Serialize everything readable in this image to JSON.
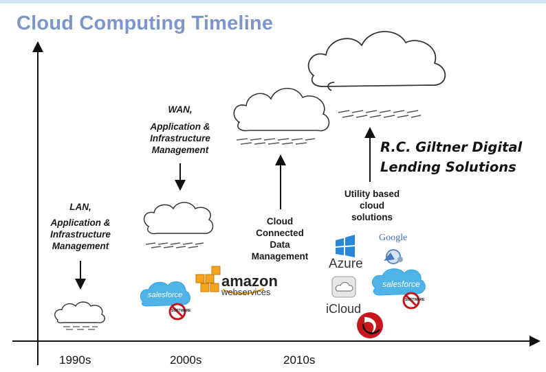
{
  "title": "Cloud Computing Timeline",
  "eras": [
    "1990s",
    "2000s",
    "2010s"
  ],
  "stages": {
    "lan": {
      "line1": "LAN,",
      "line2": "Application &",
      "line3": "Infrastructure",
      "line4": "Management"
    },
    "wan": {
      "line1": "WAN,",
      "line2": "Application &",
      "line3": "Infrastructure",
      "line4": "Management"
    },
    "cloud_data": {
      "line1": "Cloud",
      "line2": "Connected",
      "line3": "Data",
      "line4": "Management"
    },
    "utility": {
      "line1": "Utility based",
      "line2": "cloud",
      "line3": "solutions"
    }
  },
  "highlight": {
    "line1": "R.C. Giltner Digital",
    "line2": "Lending Solutions"
  },
  "logos": {
    "salesforce": "salesforce",
    "amazon_top": "amazon",
    "amazon_bottom": "webservices",
    "azure": "Azure",
    "google": "Google",
    "icloud": "iCloud",
    "no_software": "SOFTWARE"
  },
  "colors": {
    "title": "#7d95c9",
    "axis": "#111111",
    "salesforce_blue": "#2aa6df",
    "amazon_orange": "#f7a41d",
    "azure_blue": "#2a86d6",
    "no_sign_red": "#c0161c"
  }
}
